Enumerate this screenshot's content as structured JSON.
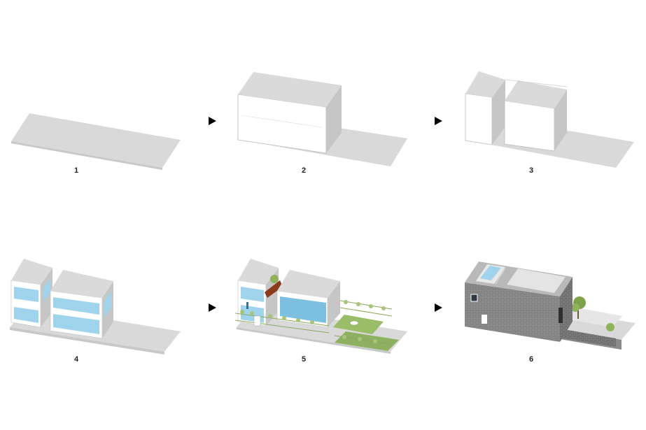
{
  "colors": {
    "top": "#d8d8d8",
    "side": "#c4c4c4",
    "front_white": "#ffffff",
    "glass": "#9fd4ec",
    "glass_dark": "#7cbfe0",
    "brick": "#7d7d7d",
    "brick_top": "#b8b8b8",
    "green": "#6f9a3c",
    "tree": "#8fb35a",
    "arrow": "#000000"
  },
  "steps": [
    {
      "label": "1",
      "icon": "ground-plot"
    },
    {
      "label": "2",
      "icon": "single-volume"
    },
    {
      "label": "3",
      "icon": "split-volumes"
    },
    {
      "label": "4",
      "icon": "glazed-volumes"
    },
    {
      "label": "5",
      "icon": "landscaped-house"
    },
    {
      "label": "6",
      "icon": "brick-clad-house"
    }
  ],
  "arrows": [
    {
      "icon": "arrow-right-icon"
    },
    {
      "icon": "arrow-right-icon"
    },
    {
      "icon": "arrow-right-icon"
    },
    {
      "icon": "arrow-right-icon"
    }
  ]
}
